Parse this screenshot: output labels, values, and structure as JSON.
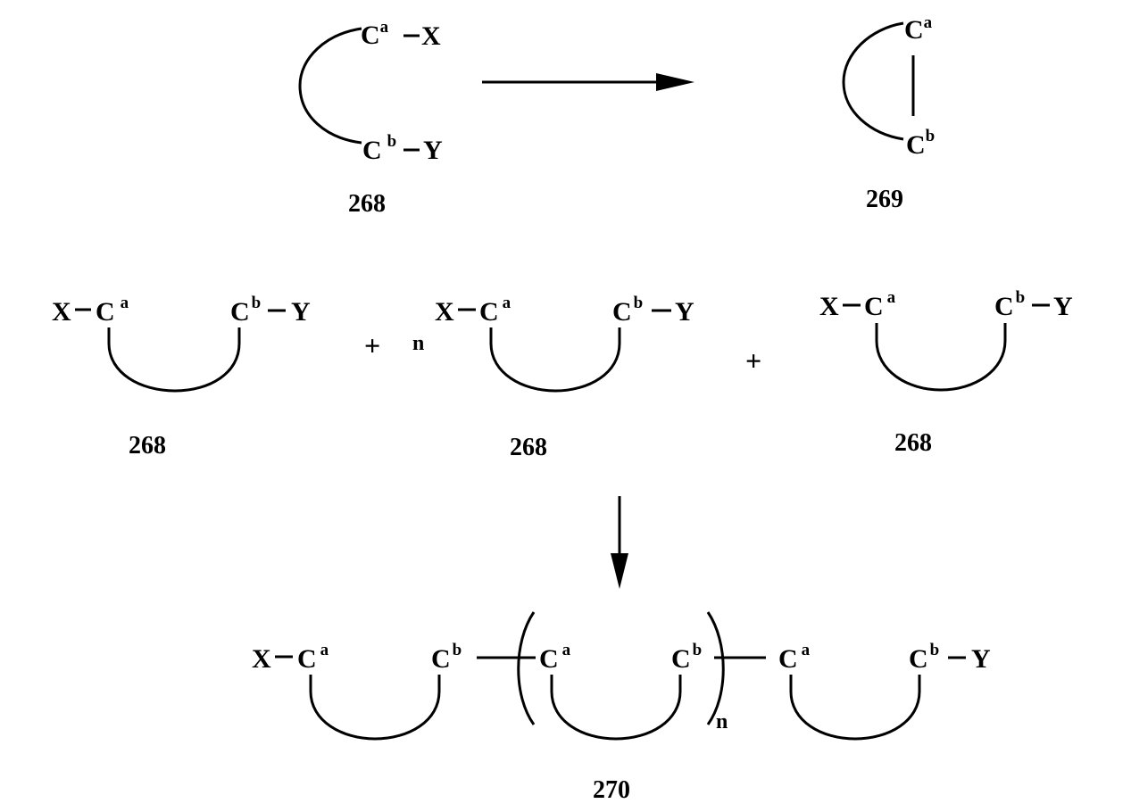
{
  "atoms": {
    "carbon": "C",
    "sup_a": "a",
    "sup_b": "b",
    "leaving_x": "X",
    "leaving_y": "Y"
  },
  "labels": {
    "reactant_top": "268",
    "product_top": "269",
    "monomer_left": "268",
    "monomer_middle": "268",
    "monomer_right": "268",
    "polymer": "270"
  },
  "operators": {
    "plus_1": "+",
    "plus_2": "+",
    "coefficient_n": "n",
    "repeat_n": "n"
  }
}
